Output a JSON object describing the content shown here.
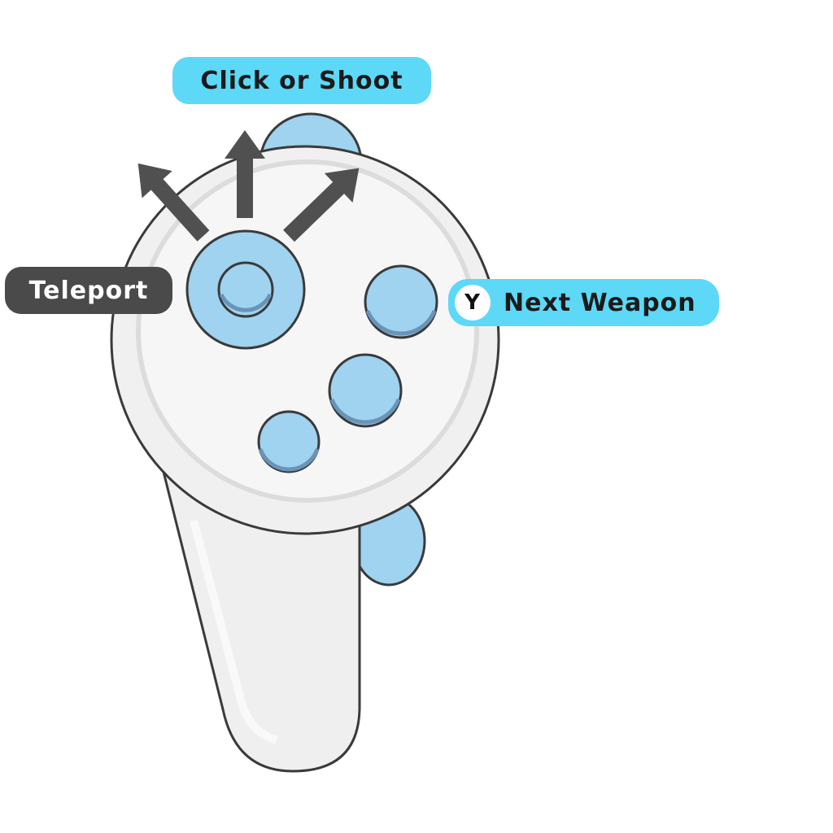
{
  "callouts": {
    "click_or_shoot": "Click or Shoot",
    "teleport": "Teleport",
    "next_weapon": {
      "button": "Y",
      "label": "Next Weapon"
    }
  },
  "colors": {
    "accent": "#5dd8f7",
    "dark": "#4a4a4a",
    "button_fill": "#9fd3ef",
    "controller_body": "#f2f2f2",
    "arrow": "#505050"
  }
}
